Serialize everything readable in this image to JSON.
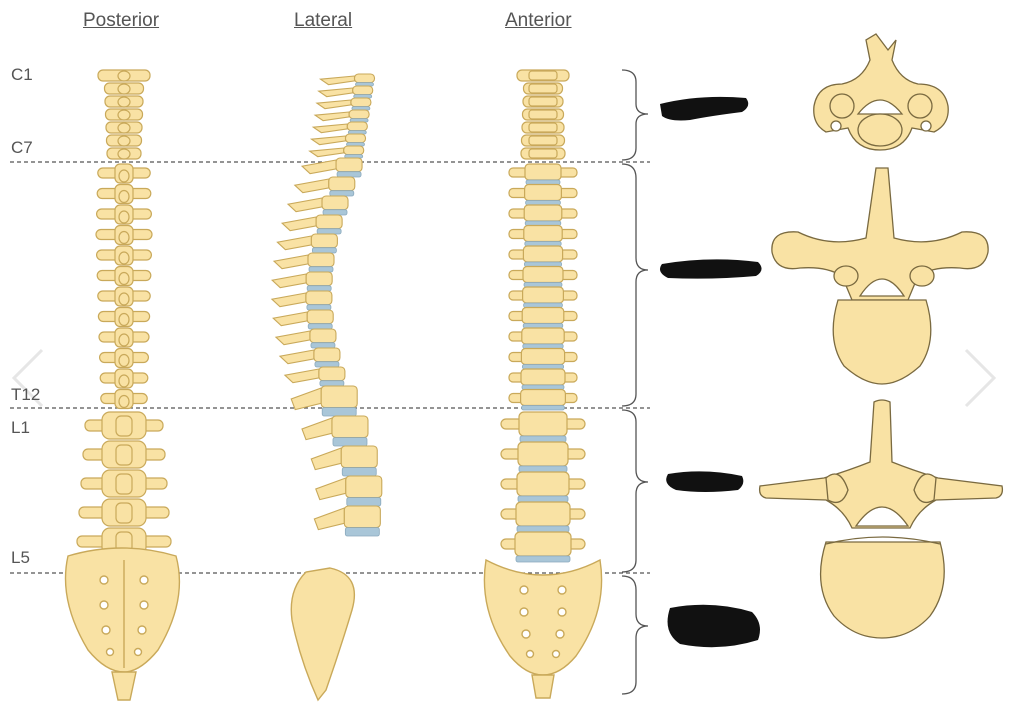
{
  "views": {
    "posterior": "Posterior",
    "lateral": "Lateral",
    "anterior": "Anterior"
  },
  "levels": {
    "c1": "C1",
    "c7": "C7",
    "t12": "T12",
    "l1": "L1",
    "l5": "L5"
  },
  "colors": {
    "bone_fill": "#f9e2a4",
    "bone_stroke": "#c9a95a",
    "disc_fill": "#a9c6d8",
    "guide_line": "#555555",
    "redaction": "#111111",
    "text": "#555555"
  },
  "carousel": {
    "prev_icon": "chevron-left-icon",
    "next_icon": "chevron-right-icon"
  }
}
